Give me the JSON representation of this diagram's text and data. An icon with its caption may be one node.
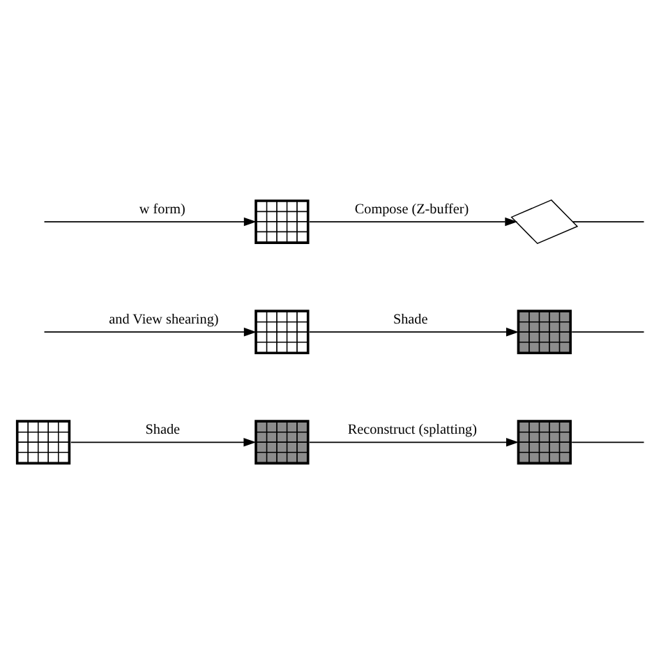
{
  "diagram": {
    "nodes": [
      {
        "text": [],
        "shape": "grid"
      },
      {
        "text": [],
        "shape": "box"
      },
      {
        "text": [],
        "shape": "grid"
      },
      {
        "text": [],
        "shape": "grid"
      },
      {
        "text": [],
        "shape": "grid"
      },
      {
        "text": [],
        "shape": "grid"
      },
      {
        "text": [],
        "shape": "grid"
      }
    ],
    "edges": [
      {
        "from": null,
        "to": 0,
        "arrow": "to",
        "label": "w form)"
      },
      {
        "from": 0,
        "to": 1,
        "arrow": "to",
        "label": "Compose (Z-buffer)"
      },
      {
        "from": 1,
        "to": null,
        "arrow": "none"
      },
      {
        "from": null,
        "to": 2,
        "arrow": "to",
        "label": "and View shearing)"
      },
      {
        "from": 2,
        "to": 3,
        "arrow": "to",
        "label": "Shade"
      },
      {
        "from": 3,
        "to": null,
        "arrow": "none"
      },
      {
        "from": 4,
        "to": 5,
        "arrow": "to",
        "label": "Shade"
      },
      {
        "from": 5,
        "to": 6,
        "arrow": "to",
        "label": "Reconstruct (splatting)"
      },
      {
        "from": 6,
        "to": null,
        "arrow": "none"
      }
    ]
  }
}
